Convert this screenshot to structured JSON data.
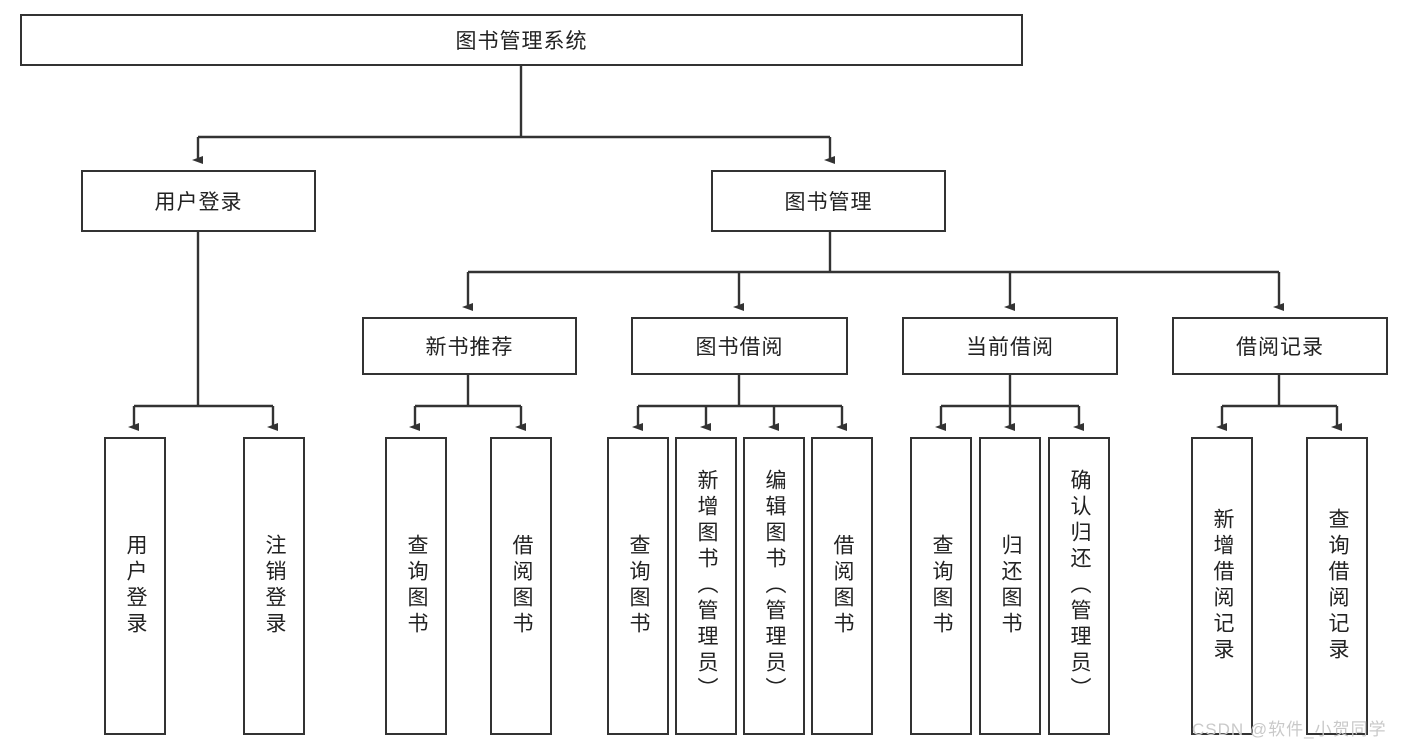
{
  "diagram": {
    "type": "tree-hierarchy",
    "root": {
      "label": "图书管理系统"
    },
    "level2": [
      {
        "label": "用户登录"
      },
      {
        "label": "图书管理"
      }
    ],
    "level3": [
      {
        "label": "新书推荐"
      },
      {
        "label": "图书借阅"
      },
      {
        "label": "当前借阅"
      },
      {
        "label": "借阅记录"
      }
    ],
    "leaves": {
      "user_login": [
        {
          "label": "用户登录"
        },
        {
          "label": "注销登录"
        }
      ],
      "new_book_recommend": [
        {
          "label": "查询图书"
        },
        {
          "label": "借阅图书"
        }
      ],
      "book_borrow": [
        {
          "label": "查询图书"
        },
        {
          "label": "新增图书（管理员）"
        },
        {
          "label": "编辑图书（管理员）"
        },
        {
          "label": "借阅图书"
        }
      ],
      "current_borrow": [
        {
          "label": "查询图书"
        },
        {
          "label": "归还图书"
        },
        {
          "label": "确认归还（管理员）"
        }
      ],
      "borrow_record": [
        {
          "label": "新增借阅记录"
        },
        {
          "label": "查询借阅记录"
        }
      ]
    }
  },
  "watermark": {
    "text": "CSDN @软件_小贺同学"
  },
  "colors": {
    "border": "#333333",
    "background": "#ffffff",
    "text": "#222222",
    "watermark": "#c9c9c9"
  }
}
